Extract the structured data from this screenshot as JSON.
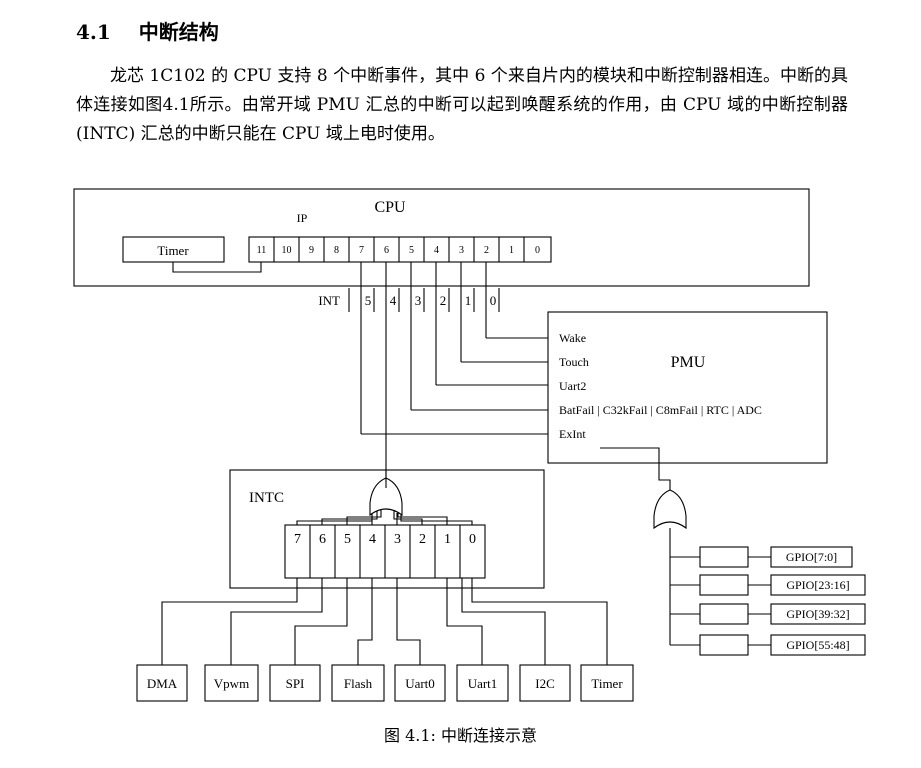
{
  "section": {
    "number": "4.1",
    "title": "中断结构"
  },
  "paragraph": "龙芯 1C102 的 CPU 支持 8 个中断事件，其中 6 个来自片内的模块和中断控制器相连。中断的具体连接如图4.1所示。由常开域 PMU 汇总的中断可以起到唤醒系统的作用，由 CPU 域的中断控制器 (INTC) 汇总的中断只能在 CPU 域上电时使用。",
  "figure": {
    "cpu_label": "CPU",
    "ip_label": "IP",
    "timer_label": "Timer",
    "ip_bits": [
      "11",
      "10",
      "9",
      "8",
      "7",
      "6",
      "5",
      "4",
      "3",
      "2",
      "1",
      "0"
    ],
    "int_label": "INT",
    "int_numbers": [
      "5",
      "4",
      "3",
      "2",
      "1",
      "0"
    ],
    "pmu_label": "PMU",
    "pmu_inputs": [
      "Wake",
      "Touch",
      "Uart2",
      "BatFail | C32kFail | C8mFail | RTC | ADC",
      "ExInt"
    ],
    "intc_label": "INTC",
    "intc_bits": [
      "7",
      "6",
      "5",
      "4",
      "3",
      "2",
      "1",
      "0"
    ],
    "peripherals": [
      "DMA",
      "Vpwm",
      "SPI",
      "Flash",
      "Uart0",
      "Uart1",
      "I2C",
      "Timer"
    ],
    "gpio_labels": [
      "GPIO[7:0]",
      "GPIO[23:16]",
      "GPIO[39:32]",
      "GPIO[55:48]"
    ]
  },
  "caption": "图 4.1: 中断连接示意"
}
